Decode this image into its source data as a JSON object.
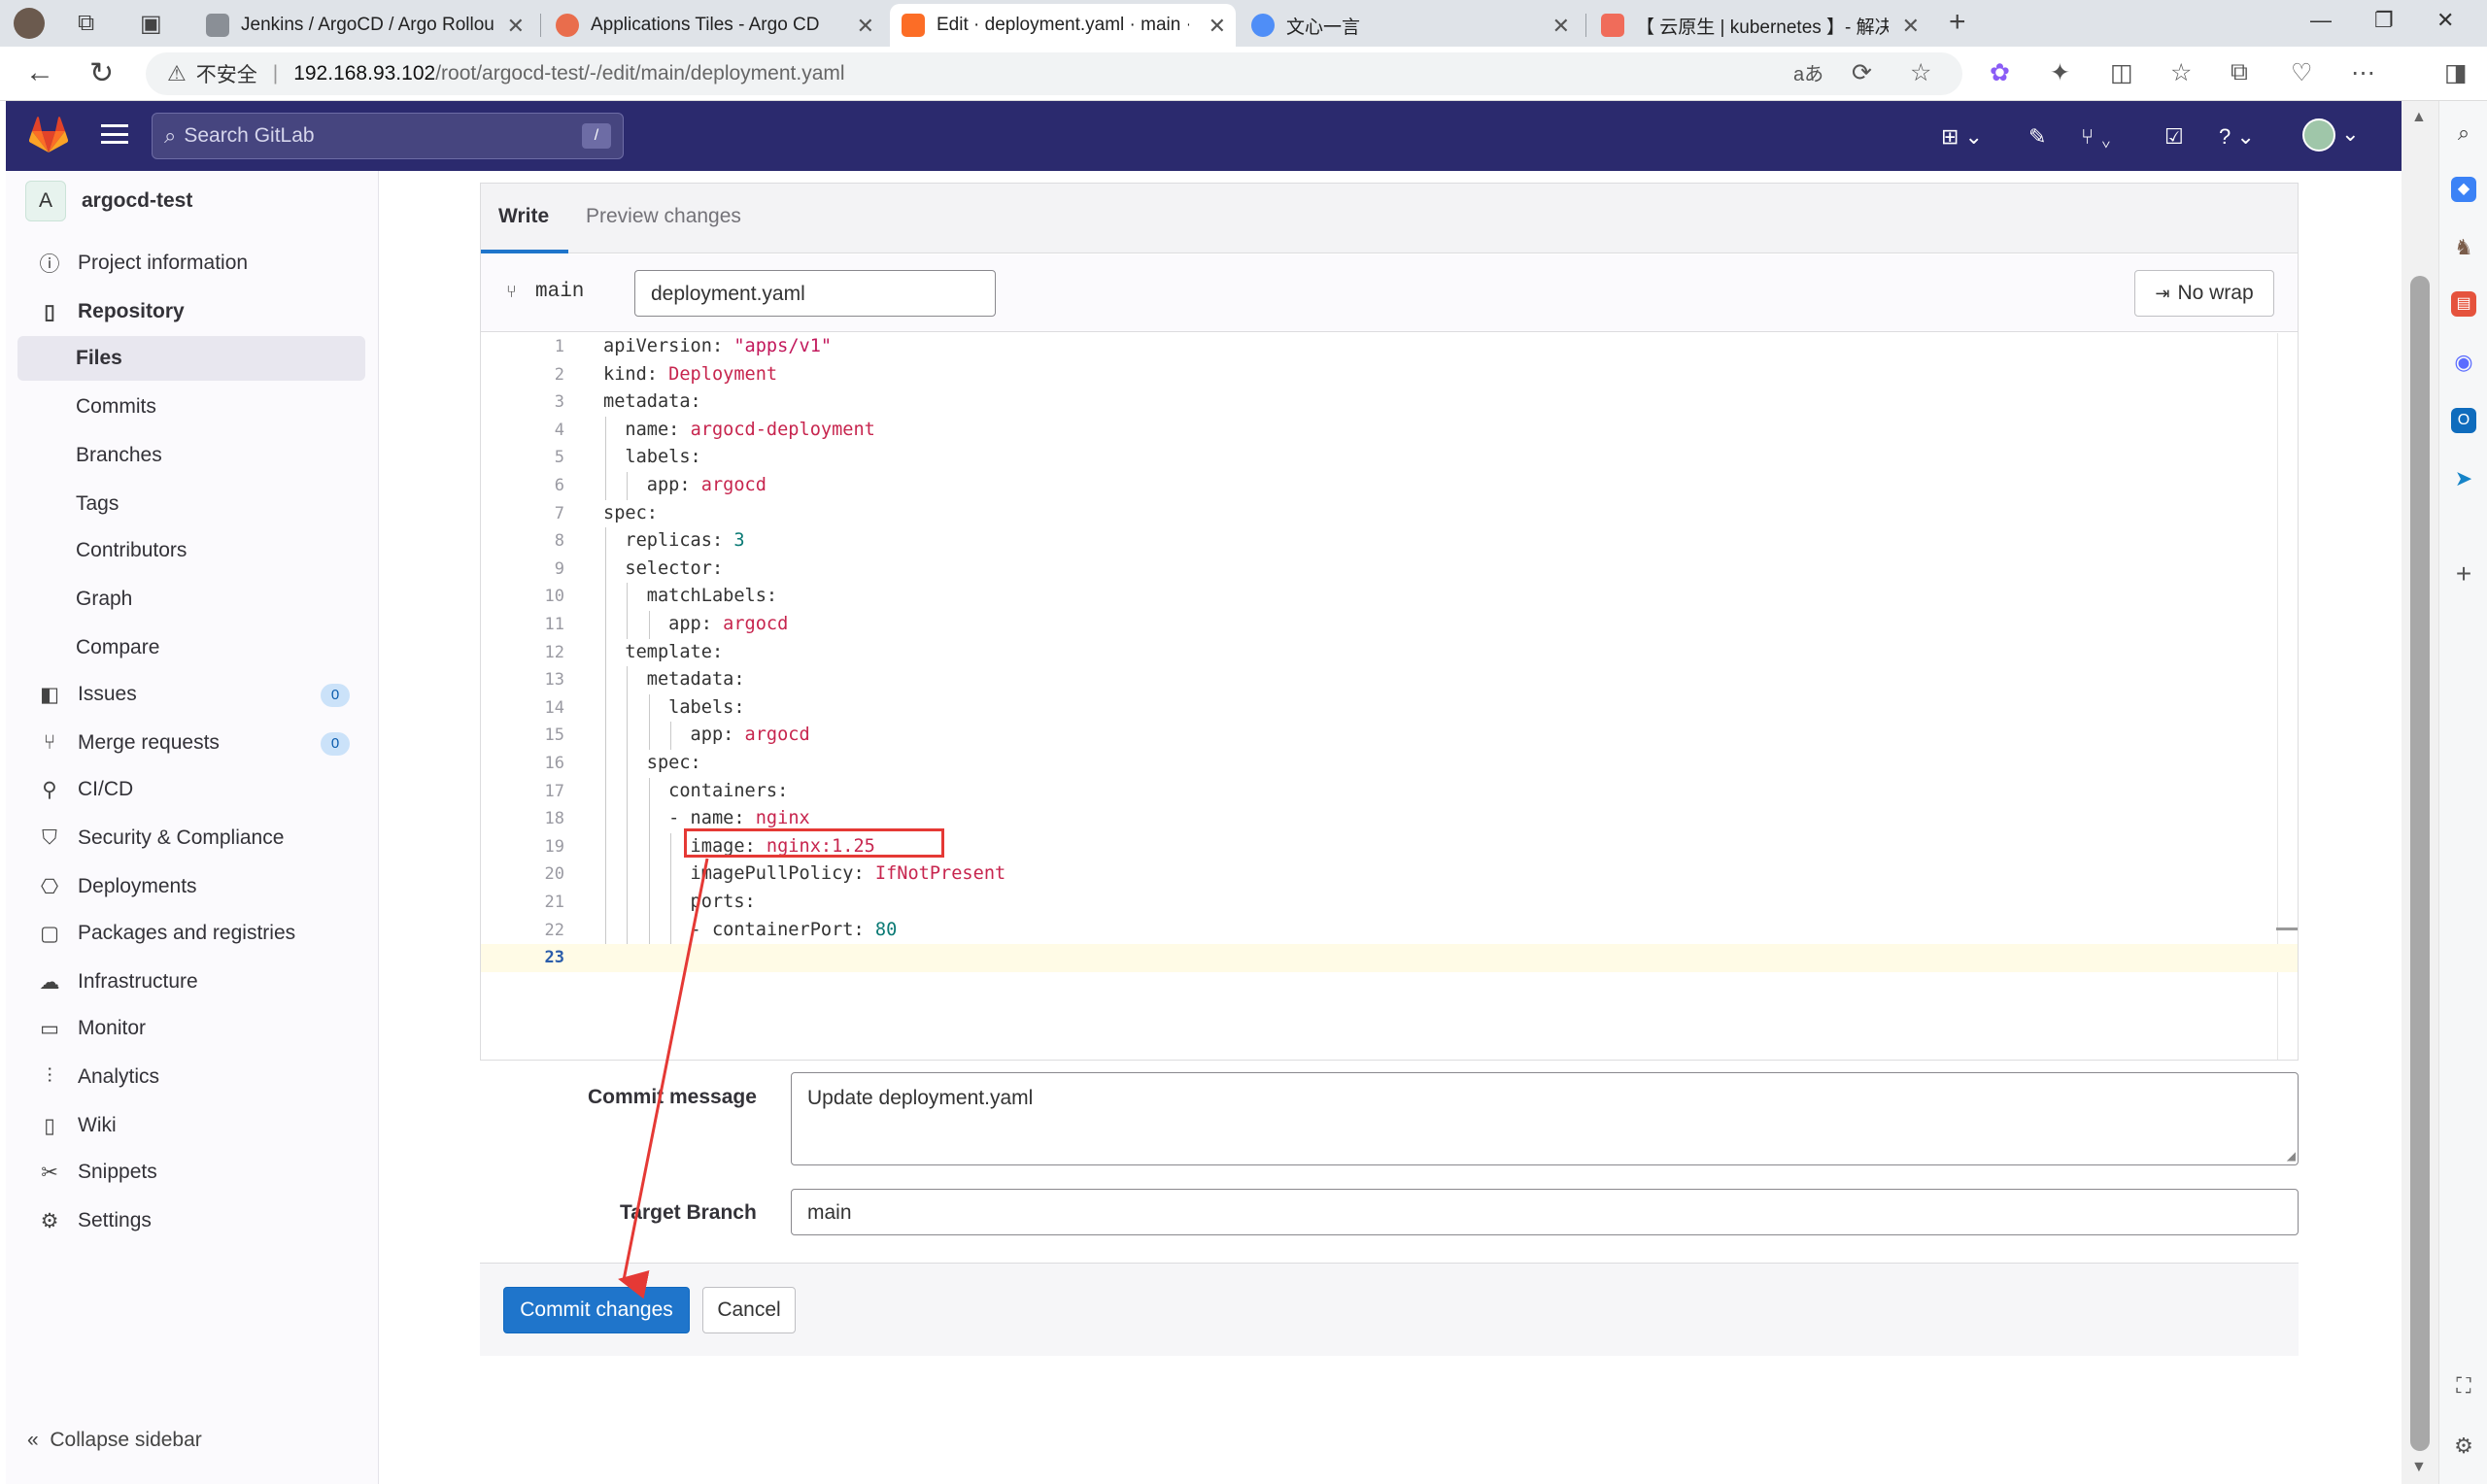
{
  "browser": {
    "tabs": [
      {
        "title": "Jenkins / ArgoCD / Argo Rollouts",
        "favicon_color": "#8a8f96"
      },
      {
        "title": "Applications Tiles - Argo CD",
        "favicon_color": "#e96d4c"
      },
      {
        "title": "Edit · deployment.yaml · main · A",
        "favicon_color": "#fc6d26",
        "active": true
      },
      {
        "title": "文心一言",
        "favicon_color": "#4f8ef7"
      },
      {
        "title": "【 云原生 | kubernetes 】- 解决A",
        "favicon_color": "#f06c5a"
      }
    ],
    "address": {
      "security_label": "不安全",
      "host": "192.168.93.102",
      "path": "/root/argocd-test/-/edit/main/deployment.yaml"
    }
  },
  "gitlab": {
    "search_placeholder": "Search GitLab",
    "search_shortcut": "/",
    "brand_color": "#2b2a6e"
  },
  "sidebar": {
    "project_initial": "A",
    "project_name": "argocd-test",
    "items": [
      {
        "label": "Project information",
        "icon": "info-icon"
      },
      {
        "label": "Repository",
        "icon": "book-icon"
      },
      {
        "label": "Files"
      },
      {
        "label": "Commits"
      },
      {
        "label": "Branches"
      },
      {
        "label": "Tags"
      },
      {
        "label": "Contributors"
      },
      {
        "label": "Graph"
      },
      {
        "label": "Compare"
      },
      {
        "label": "Issues",
        "icon": "issues-icon",
        "count": "0"
      },
      {
        "label": "Merge requests",
        "icon": "merge-request-icon",
        "count": "0"
      },
      {
        "label": "CI/CD",
        "icon": "rocket-icon"
      },
      {
        "label": "Security & Compliance",
        "icon": "shield-icon"
      },
      {
        "label": "Deployments",
        "icon": "deployments-icon"
      },
      {
        "label": "Packages and registries",
        "icon": "package-icon"
      },
      {
        "label": "Infrastructure",
        "icon": "cloud-icon"
      },
      {
        "label": "Monitor",
        "icon": "monitor-icon"
      },
      {
        "label": "Analytics",
        "icon": "chart-icon"
      },
      {
        "label": "Wiki",
        "icon": "wiki-icon"
      },
      {
        "label": "Snippets",
        "icon": "scissors-icon"
      },
      {
        "label": "Settings",
        "icon": "gear-icon"
      }
    ],
    "collapse_label": "Collapse sidebar"
  },
  "editor": {
    "tab_write": "Write",
    "tab_preview": "Preview changes",
    "branch": "main",
    "filename": "deployment.yaml",
    "wrap_button": "No wrap",
    "current_line": 23,
    "lines": [
      [
        {
          "t": "apiVersion: "
        },
        {
          "t": "\"apps/v1\"",
          "c": "str"
        }
      ],
      [
        {
          "t": "kind: "
        },
        {
          "t": "Deployment",
          "c": "val"
        }
      ],
      [
        {
          "t": "metadata:"
        }
      ],
      [
        {
          "t": "  name: "
        },
        {
          "t": "argocd-deployment",
          "c": "val"
        }
      ],
      [
        {
          "t": "  labels:"
        }
      ],
      [
        {
          "t": "    app: "
        },
        {
          "t": "argocd",
          "c": "val"
        }
      ],
      [
        {
          "t": "spec:"
        }
      ],
      [
        {
          "t": "  replicas: "
        },
        {
          "t": "3",
          "c": "num"
        }
      ],
      [
        {
          "t": "  selector:"
        }
      ],
      [
        {
          "t": "    matchLabels:"
        }
      ],
      [
        {
          "t": "      app: "
        },
        {
          "t": "argocd",
          "c": "val"
        }
      ],
      [
        {
          "t": "  template:"
        }
      ],
      [
        {
          "t": "    metadata:"
        }
      ],
      [
        {
          "t": "      labels:"
        }
      ],
      [
        {
          "t": "        app: "
        },
        {
          "t": "argocd",
          "c": "val"
        }
      ],
      [
        {
          "t": "    spec:"
        }
      ],
      [
        {
          "t": "      containers:"
        }
      ],
      [
        {
          "t": "      - name: "
        },
        {
          "t": "nginx",
          "c": "val"
        }
      ],
      [
        {
          "t": "        image: "
        },
        {
          "t": "nginx:1.25",
          "c": "val"
        }
      ],
      [
        {
          "t": "        imagePullPolicy: "
        },
        {
          "t": "IfNotPresent",
          "c": "val"
        }
      ],
      [
        {
          "t": "        ports:"
        }
      ],
      [
        {
          "t": "        - containerPort: "
        },
        {
          "t": "80",
          "c": "num"
        }
      ],
      [
        {
          "t": ""
        }
      ]
    ]
  },
  "commit": {
    "message_label": "Commit message",
    "message_value": "Update deployment.yaml",
    "branch_label": "Target Branch",
    "branch_value": "main",
    "commit_button": "Commit changes",
    "cancel_button": "Cancel",
    "accent_color": "#1f75cb"
  },
  "annotation": {
    "highlight_color": "#e53935",
    "highlighted_line": 19
  }
}
